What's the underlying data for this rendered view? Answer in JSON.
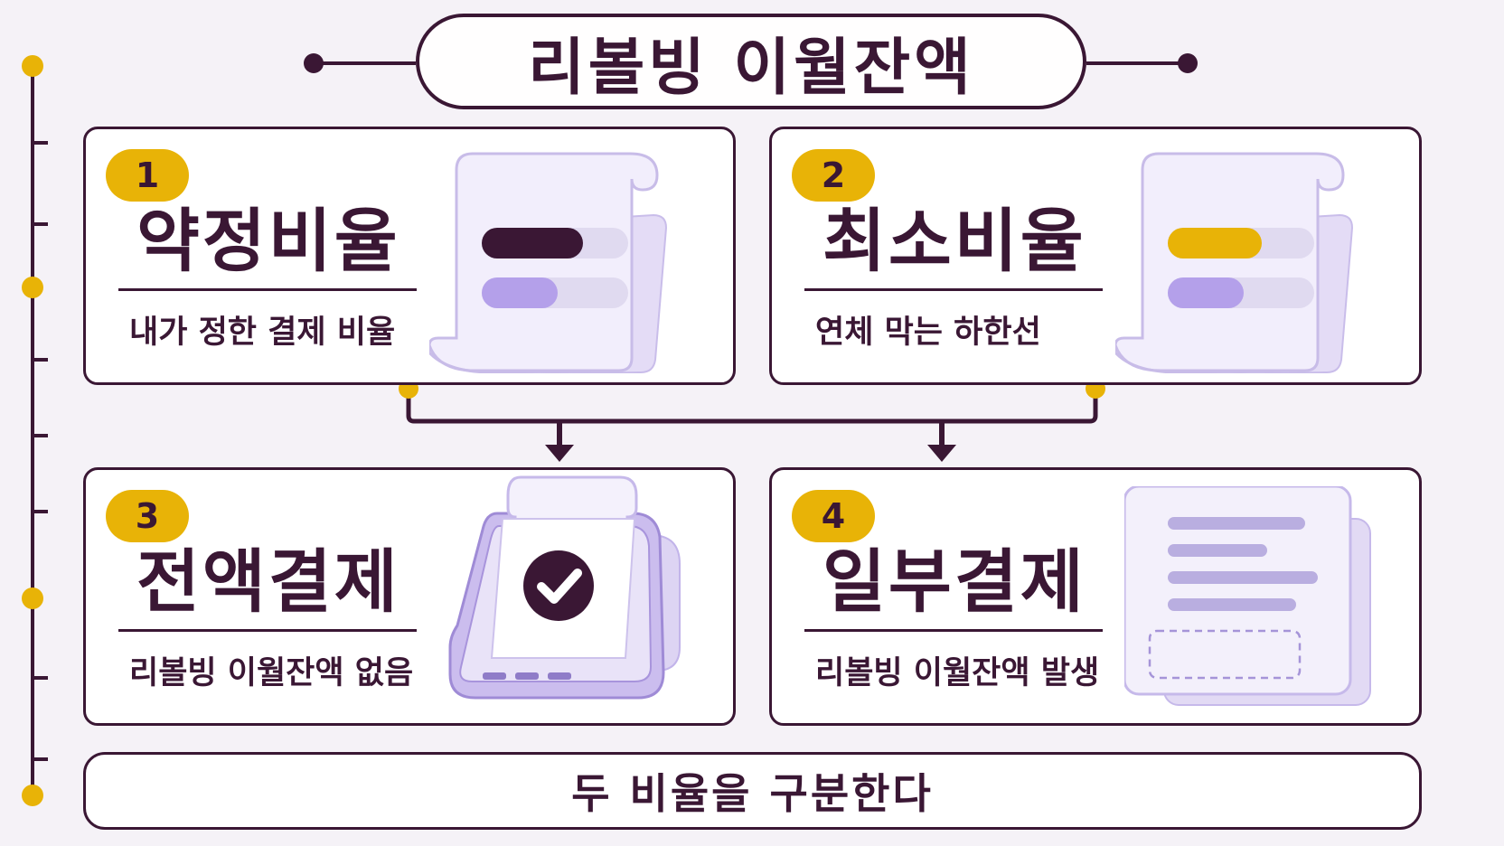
{
  "title": "리볼빙 이월잔액",
  "cards": [
    {
      "number": "1",
      "title": "약정비율",
      "subtitle": "내가 정한 결제 비율",
      "icon": "ratio-document-icon",
      "bar_color": "#3a1734"
    },
    {
      "number": "2",
      "title": "최소비율",
      "subtitle": "연체 막는 하한선",
      "icon": "ratio-document-icon",
      "bar_color": "#e8b307"
    },
    {
      "number": "3",
      "title": "전액결제",
      "subtitle": "리볼빙 이월잔액 없음",
      "icon": "payment-terminal-check-icon"
    },
    {
      "number": "4",
      "title": "일부결제",
      "subtitle": "리볼빙 이월잔액 발생",
      "icon": "receipt-icon"
    }
  ],
  "footer": "두 비율을 구분한다",
  "colors": {
    "primary": "#3a1734",
    "accent": "#e8b307",
    "lavender": "#a98fe6",
    "background": "#f5f2f7"
  }
}
